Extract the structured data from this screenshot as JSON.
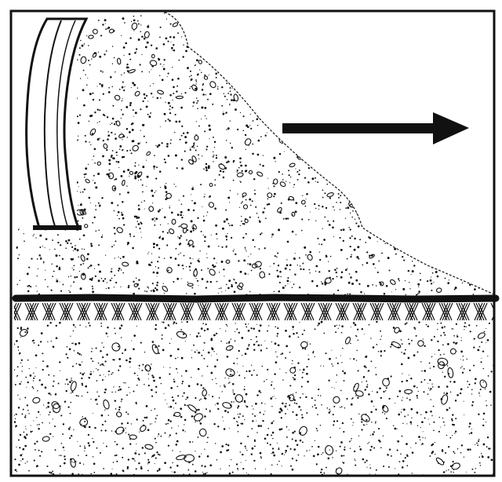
{
  "diagram": {
    "colors": {
      "ink": "#111111",
      "paper": "#ffffff"
    },
    "elements": {
      "frame": "border-frame",
      "blade": "curved-blade",
      "material_pile": "loose-material-pile",
      "ground_line": "ground-surface-line",
      "hatching": "compacted-layer-hatching",
      "subsoil": "subsoil-aggregate",
      "arrow": "arrow-right-icon"
    },
    "arrow_direction": "right"
  }
}
